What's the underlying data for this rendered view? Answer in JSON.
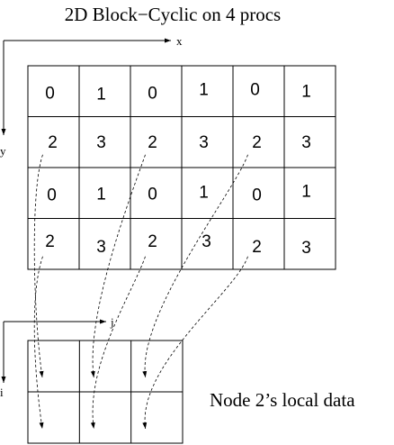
{
  "title": "2D Block−Cyclic on 4 procs",
  "axis_x_label": "x",
  "axis_y_label": "y",
  "axis_j_label": "j",
  "axis_i_label": "i",
  "caption": "Node 2’s local data",
  "global_grid": {
    "rows": 4,
    "cols": 6,
    "cells": [
      [
        "0",
        "1",
        "0",
        "1",
        "0",
        "1"
      ],
      [
        "2",
        "3",
        "2",
        "3",
        "2",
        "3"
      ],
      [
        "0",
        "1",
        "0",
        "1",
        "0",
        "1"
      ],
      [
        "2",
        "3",
        "2",
        "3",
        "2",
        "3"
      ]
    ]
  },
  "local_grid": {
    "rows": 2,
    "cols": 3,
    "owner": "2"
  },
  "colors": {
    "line": "#000000",
    "text": "#000000",
    "background": "#ffffff"
  }
}
